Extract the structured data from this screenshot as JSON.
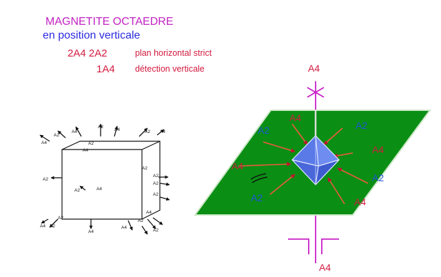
{
  "header": {
    "title": "MAGNETITE OCTAEDRE",
    "subtitle": "en position verticale",
    "line1_axes": "2A4  2A2",
    "line1_desc": "plan horizontal strict",
    "line2_axes": "1A4",
    "line2_desc": "détection  verticale"
  },
  "cube_diagram": {
    "labels": [
      "A4",
      "A2",
      "A4",
      "A2",
      "A4",
      "A2",
      "A4",
      "A2",
      "A2",
      "A2",
      "A4",
      "A2",
      "A2",
      "A2",
      "A4",
      "A2",
      "A4",
      "A2",
      "A4",
      "A4",
      "A2",
      "A2",
      "A2",
      "A4"
    ]
  },
  "plane_diagram": {
    "top_label": "A4",
    "bottom_label": "A4",
    "arrow_labels": [
      {
        "text": "A4",
        "kind": "a4"
      },
      {
        "text": "A2",
        "kind": "a2"
      },
      {
        "text": "A2",
        "kind": "a2"
      },
      {
        "text": "A4",
        "kind": "a4"
      },
      {
        "text": "A4",
        "kind": "a4"
      },
      {
        "text": "A2",
        "kind": "a2"
      },
      {
        "text": "A2",
        "kind": "a2"
      },
      {
        "text": "A4",
        "kind": "a4"
      }
    ]
  },
  "colors": {
    "title": "#c21fc2",
    "subtitle": "#2a2ae0",
    "red": "#d21a3e",
    "blue": "#1f54d8",
    "magenta": "#c81ec8",
    "plane": "#0a8f14",
    "arrow": "#f2583e",
    "crystal": "#5a7ae8"
  }
}
